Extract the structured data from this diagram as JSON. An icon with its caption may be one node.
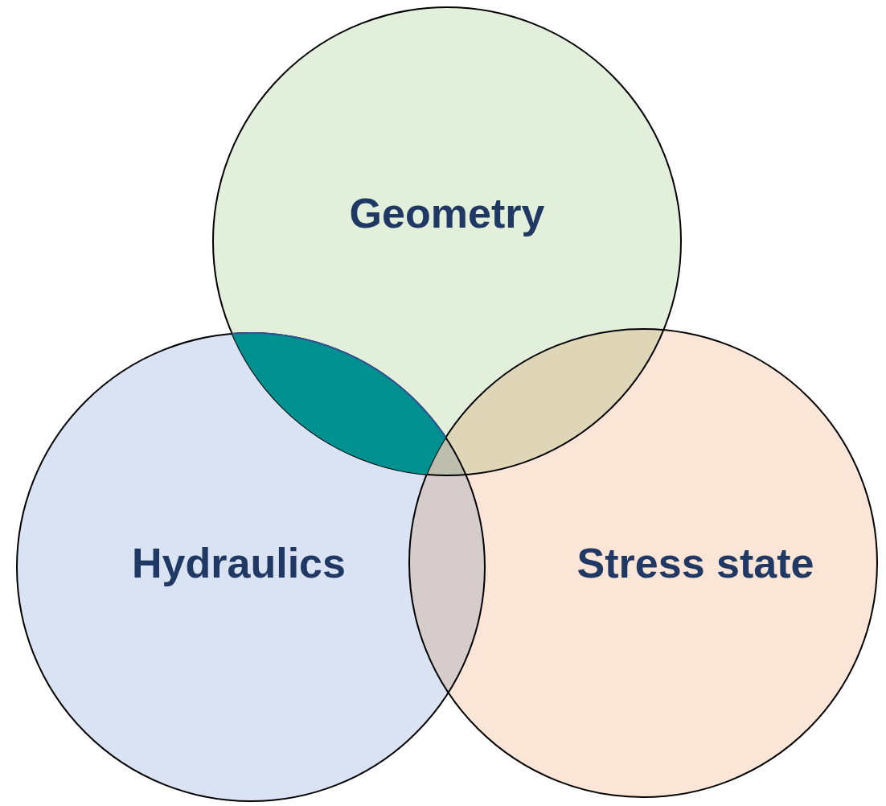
{
  "diagram": {
    "nodes": [
      {
        "text": [
          "Geometry"
        ]
      },
      {
        "text": [
          "Hydraulics"
        ]
      },
      {
        "text": [
          "Stress state"
        ]
      }
    ]
  }
}
